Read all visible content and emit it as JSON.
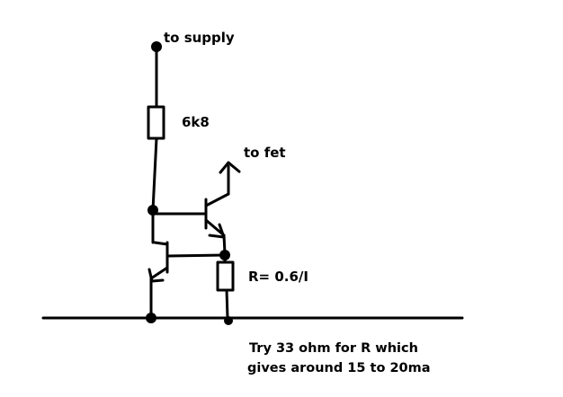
{
  "labels": {
    "supply": "to supply",
    "resistor_top": "6k8",
    "to_fet": "to fet",
    "sense_resistor": "R= 0.6/I"
  },
  "note": {
    "line1": "Try 33 ohm for R which",
    "line2": "gives around 15 to 20ma"
  },
  "colors": {
    "ink": "#000000",
    "background": "#ffffff"
  }
}
